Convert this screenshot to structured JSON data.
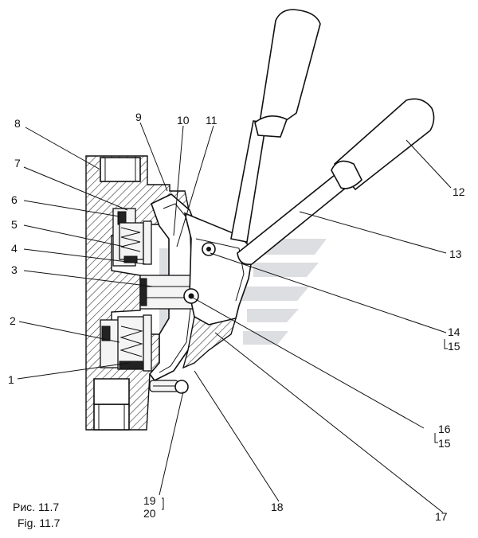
{
  "figure": {
    "caption_ru": "Рис. 11.7",
    "caption_en": "Fig. 11.7"
  },
  "callouts": [
    {
      "id": "1",
      "text": "1"
    },
    {
      "id": "2",
      "text": "2"
    },
    {
      "id": "3",
      "text": "3"
    },
    {
      "id": "4",
      "text": "4"
    },
    {
      "id": "5",
      "text": "5"
    },
    {
      "id": "6",
      "text": "6"
    },
    {
      "id": "7",
      "text": "7"
    },
    {
      "id": "8",
      "text": "8"
    },
    {
      "id": "9",
      "text": "9"
    },
    {
      "id": "10",
      "text": "10"
    },
    {
      "id": "11",
      "text": "11"
    },
    {
      "id": "12",
      "text": "12"
    },
    {
      "id": "13",
      "text": "13"
    },
    {
      "id": "14",
      "text": "14"
    },
    {
      "id": "15a",
      "text": "15"
    },
    {
      "id": "16",
      "text": "16"
    },
    {
      "id": "15b",
      "text": "15"
    },
    {
      "id": "17",
      "text": "17"
    },
    {
      "id": "18",
      "text": "18"
    },
    {
      "id": "19",
      "text": "19"
    },
    {
      "id": "20",
      "text": "20"
    }
  ]
}
